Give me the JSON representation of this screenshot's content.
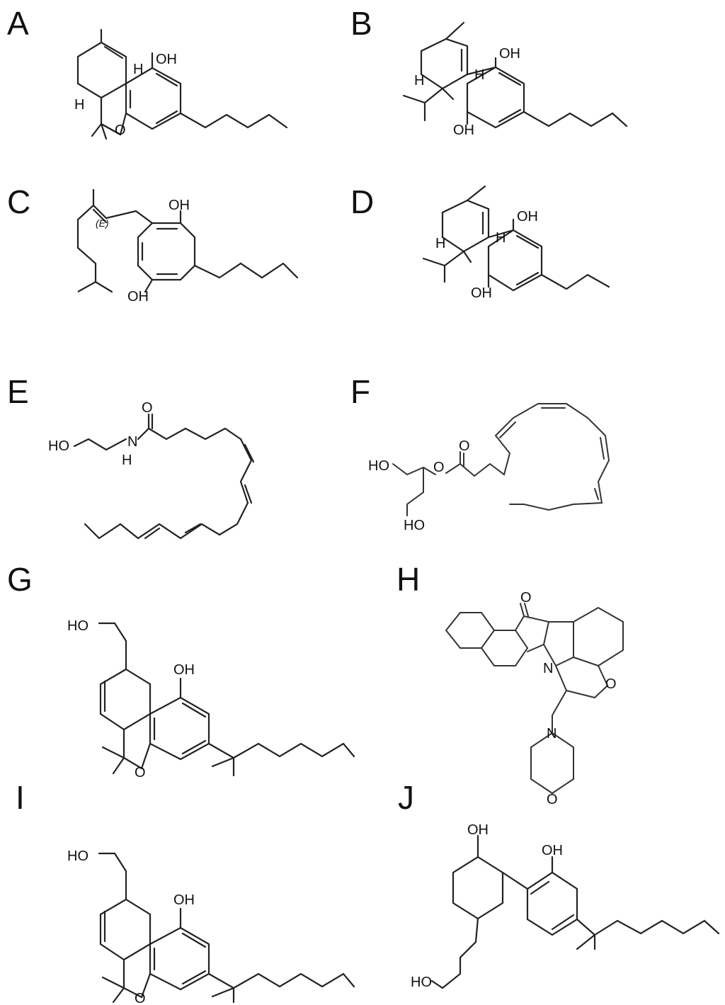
{
  "panels": {
    "A": {
      "letter": "A",
      "labels": {
        "oh": "OH",
        "o": "O",
        "h1": "H",
        "h2": "H"
      }
    },
    "B": {
      "letter": "B",
      "labels": {
        "oh1": "OH",
        "oh2": "OH",
        "h1": "H",
        "h2": "H"
      }
    },
    "C": {
      "letter": "C",
      "labels": {
        "oh1": "OH",
        "oh2": "OH",
        "e": "(E)"
      }
    },
    "D": {
      "letter": "D",
      "labels": {
        "oh1": "OH",
        "oh2": "OH",
        "h1": "H",
        "h2": "H"
      }
    },
    "E": {
      "letter": "E",
      "labels": {
        "ho": "HO",
        "n": "N",
        "h": "H",
        "o": "O"
      }
    },
    "F": {
      "letter": "F",
      "labels": {
        "ho1": "HO",
        "ho2": "HO",
        "o1": "O",
        "o2": "O"
      }
    },
    "G": {
      "letter": "G",
      "labels": {
        "ho": "HO",
        "oh": "OH",
        "o": "O"
      }
    },
    "H": {
      "letter": "H",
      "labels": {
        "o1": "O",
        "n": "N",
        "o2": "O",
        "n2": "N",
        "o3": "O"
      }
    },
    "I": {
      "letter": "I",
      "labels": {
        "ho": "HO",
        "oh": "OH",
        "o": "O"
      }
    },
    "J": {
      "letter": "J",
      "labels": {
        "oh1": "OH",
        "oh2": "OH",
        "ho": "HO"
      }
    }
  }
}
